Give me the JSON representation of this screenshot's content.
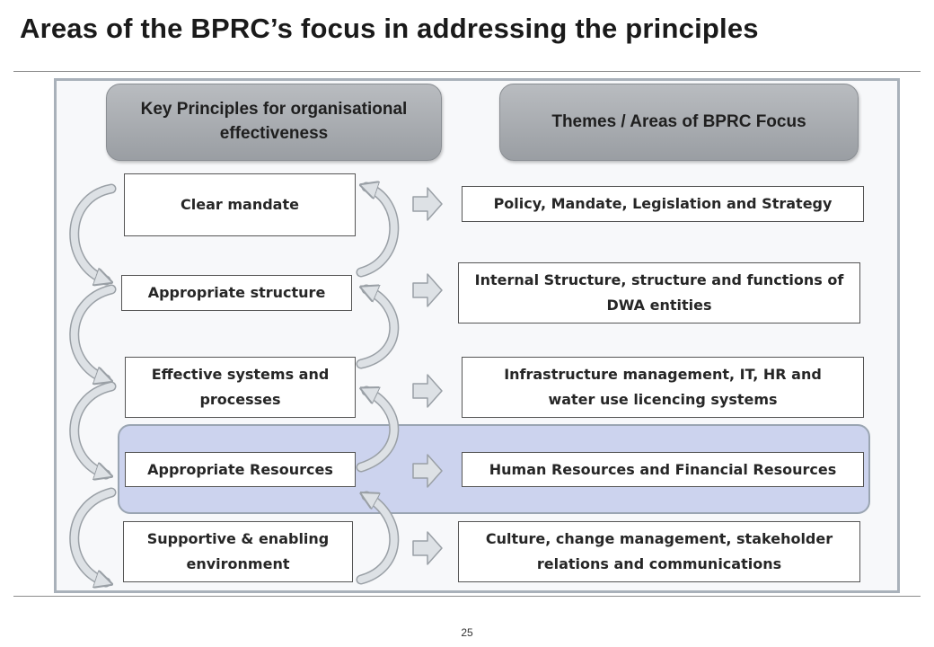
{
  "title": "Areas of the BPRC’s focus in addressing the principles",
  "headers": {
    "left": "Key Principles for organisational effectiveness",
    "right": "Themes / Areas of BPRC Focus"
  },
  "principles": [
    "Clear mandate",
    "Appropriate structure",
    "Effective systems and processes",
    "Appropriate Resources",
    "Supportive &  enabling environment"
  ],
  "themes": [
    "Policy, Mandate, Legislation and Strategy",
    "Internal Structure, structure and functions of DWA entities",
    "Infrastructure management, IT, HR and water use licencing systems",
    "Human Resources and Financial Resources",
    "Culture, change management, stakeholder relations and communications"
  ],
  "highlighted_row": 4,
  "page_number": "25",
  "colors": {
    "header_fill": "#a9adb2",
    "highlight_fill": "#ccd3ee",
    "arrow_fill": "#dde1e5",
    "arrow_stroke": "#9aa0a6"
  }
}
